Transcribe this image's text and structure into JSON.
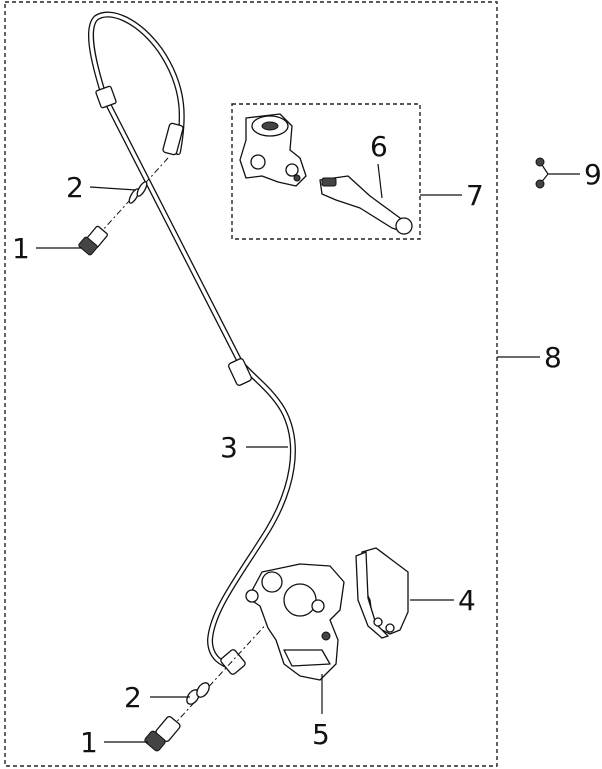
{
  "callouts": {
    "c1_top": "1",
    "c2_top": "2",
    "c3": "3",
    "c4": "4",
    "c5": "5",
    "c6": "6",
    "c7": "7",
    "c8": "8",
    "c9": "9",
    "c2_bottom": "2",
    "c1_bottom": "1"
  }
}
